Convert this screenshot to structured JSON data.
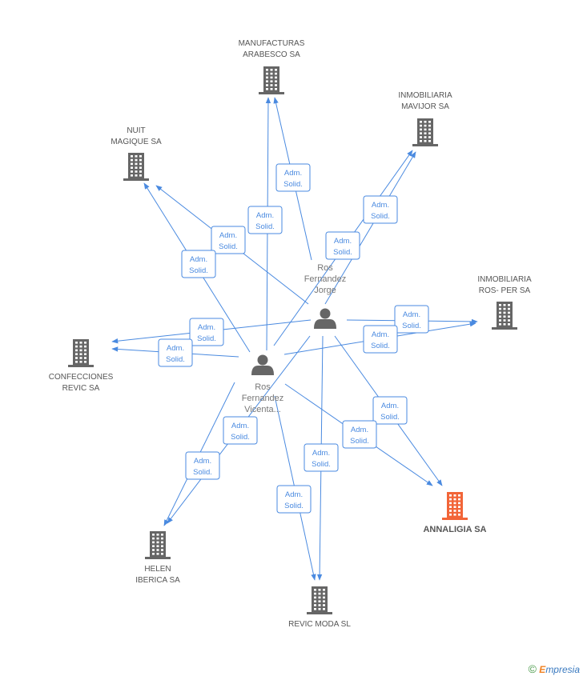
{
  "companies": [
    {
      "id": "manufacturas",
      "lines": [
        "MANUFACTURAS",
        "ARABESCO SA"
      ],
      "highlight": false
    },
    {
      "id": "mavijor",
      "lines": [
        "INMOBILIARIA",
        "MAVIJOR SA"
      ],
      "highlight": false
    },
    {
      "id": "nuit",
      "lines": [
        "NUIT",
        "MAGIQUE SA"
      ],
      "highlight": false
    },
    {
      "id": "rosper",
      "lines": [
        "INMOBILIARIA",
        "ROS- PER SA"
      ],
      "highlight": false
    },
    {
      "id": "confecciones",
      "lines": [
        "CONFECCIONES",
        "REVIC SA"
      ],
      "highlight": false
    },
    {
      "id": "annaligia",
      "lines": [
        "ANNALIGIA SA"
      ],
      "highlight": true
    },
    {
      "id": "helen",
      "lines": [
        "HELEN",
        "IBERICA SA"
      ],
      "highlight": false
    },
    {
      "id": "revicmoda",
      "lines": [
        "REVIC MODA SL"
      ],
      "highlight": false
    }
  ],
  "persons": [
    {
      "id": "jorge",
      "lines": [
        "Ros",
        "Fernandez",
        "Jorge"
      ]
    },
    {
      "id": "vicenta",
      "lines": [
        "Ros",
        "Fernandez",
        "Vicenta..."
      ]
    }
  ],
  "edges": [
    {
      "from": "jorge",
      "to": "manufacturas",
      "label": [
        "Adm.",
        "Solid."
      ]
    },
    {
      "from": "vicenta",
      "to": "manufacturas",
      "label": [
        "Adm.",
        "Solid."
      ]
    },
    {
      "from": "jorge",
      "to": "mavijor",
      "label": [
        "Adm.",
        "Solid."
      ]
    },
    {
      "from": "vicenta",
      "to": "mavijor",
      "label": [
        "Adm.",
        "Solid."
      ]
    },
    {
      "from": "jorge",
      "to": "nuit",
      "label": [
        "Adm.",
        "Solid."
      ]
    },
    {
      "from": "vicenta",
      "to": "nuit",
      "label": [
        "Adm.",
        "Solid."
      ]
    },
    {
      "from": "jorge",
      "to": "rosper",
      "label": [
        "Adm.",
        "Solid."
      ]
    },
    {
      "from": "vicenta",
      "to": "rosper",
      "label": [
        "Adm.",
        "Solid."
      ]
    },
    {
      "from": "jorge",
      "to": "confecciones",
      "label": [
        "Adm.",
        "Solid."
      ]
    },
    {
      "from": "vicenta",
      "to": "confecciones",
      "label": [
        "Adm.",
        "Solid."
      ]
    },
    {
      "from": "jorge",
      "to": "annaligia",
      "label": [
        "Adm.",
        "Solid."
      ]
    },
    {
      "from": "vicenta",
      "to": "annaligia",
      "label": [
        "Adm.",
        "Solid."
      ]
    },
    {
      "from": "jorge",
      "to": "helen",
      "label": [
        "Adm.",
        "Solid."
      ]
    },
    {
      "from": "vicenta",
      "to": "helen",
      "label": [
        "Adm.",
        "Solid."
      ]
    },
    {
      "from": "jorge",
      "to": "revicmoda",
      "label": [
        "Adm.",
        "Solid."
      ]
    },
    {
      "from": "vicenta",
      "to": "revicmoda",
      "label": [
        "Adm.",
        "Solid."
      ]
    }
  ],
  "colors": {
    "edge": "#4a8ae0",
    "building": "#666666",
    "building_highlight": "#f26538",
    "person": "#666666"
  },
  "brand": {
    "copyright": "©",
    "initial": "E",
    "rest": "mpresia"
  }
}
